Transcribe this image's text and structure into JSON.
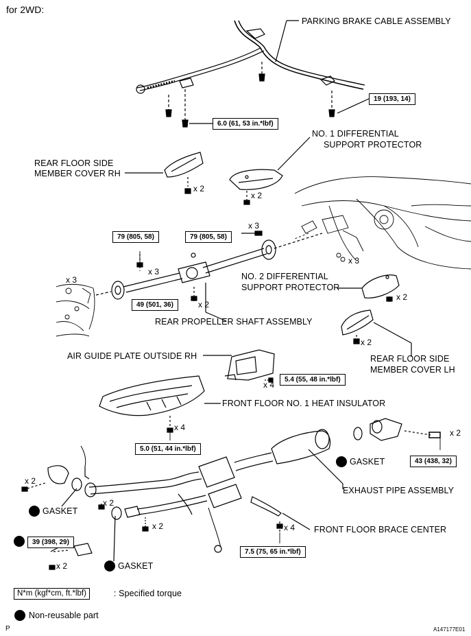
{
  "title": "for 2WD:",
  "labels": {
    "parking_brake": "PARKING BRAKE CABLE ASSEMBLY",
    "no1_diff_l1": "NO. 1 DIFFERENTIAL",
    "no1_diff_l2": "SUPPORT PROTECTOR",
    "rear_floor_rh_l1": "REAR FLOOR SIDE",
    "rear_floor_rh_l2": "MEMBER COVER RH",
    "no2_diff_l1": "NO. 2 DIFFERENTIAL",
    "no2_diff_l2": "SUPPORT PROTECTOR",
    "rear_prop": "REAR PROPELLER SHAFT ASSEMBLY",
    "rear_floor_lh_l1": "REAR FLOOR SIDE",
    "rear_floor_lh_l2": "MEMBER COVER LH",
    "air_guide": "AIR GUIDE PLATE OUTSIDE RH",
    "heat_insulator": "FRONT FLOOR NO. 1 HEAT INSULATOR",
    "gasket": "GASKET",
    "exhaust": "EXHAUST PIPE ASSEMBLY",
    "brace": "FRONT FLOOR BRACE CENTER"
  },
  "torques": {
    "t1": "6.0 (61, 53 in.*lbf)",
    "t2": "19 (193, 14)",
    "t3": "79 (805, 58)",
    "t4": "79 (805, 58)",
    "t5": "49 (501, 36)",
    "t6": "5.4 (55, 48 in.*lbf)",
    "t7": "5.0 (51, 44 in.*lbf)",
    "t8": "43 (438, 32)",
    "t9": "39 (398, 29)",
    "t10": "7.5 (75, 65 in.*lbf)"
  },
  "multipliers": {
    "x2": "x 2",
    "x3": "x 3",
    "x4": "x 4"
  },
  "legend": {
    "torque_box": "N*m (kgf*cm, ft.*lbf)",
    "torque_text": ": Specified torque",
    "nonreusable_text": "Non-reusable part"
  },
  "footer": {
    "left": "P",
    "right": "A147177E01"
  }
}
